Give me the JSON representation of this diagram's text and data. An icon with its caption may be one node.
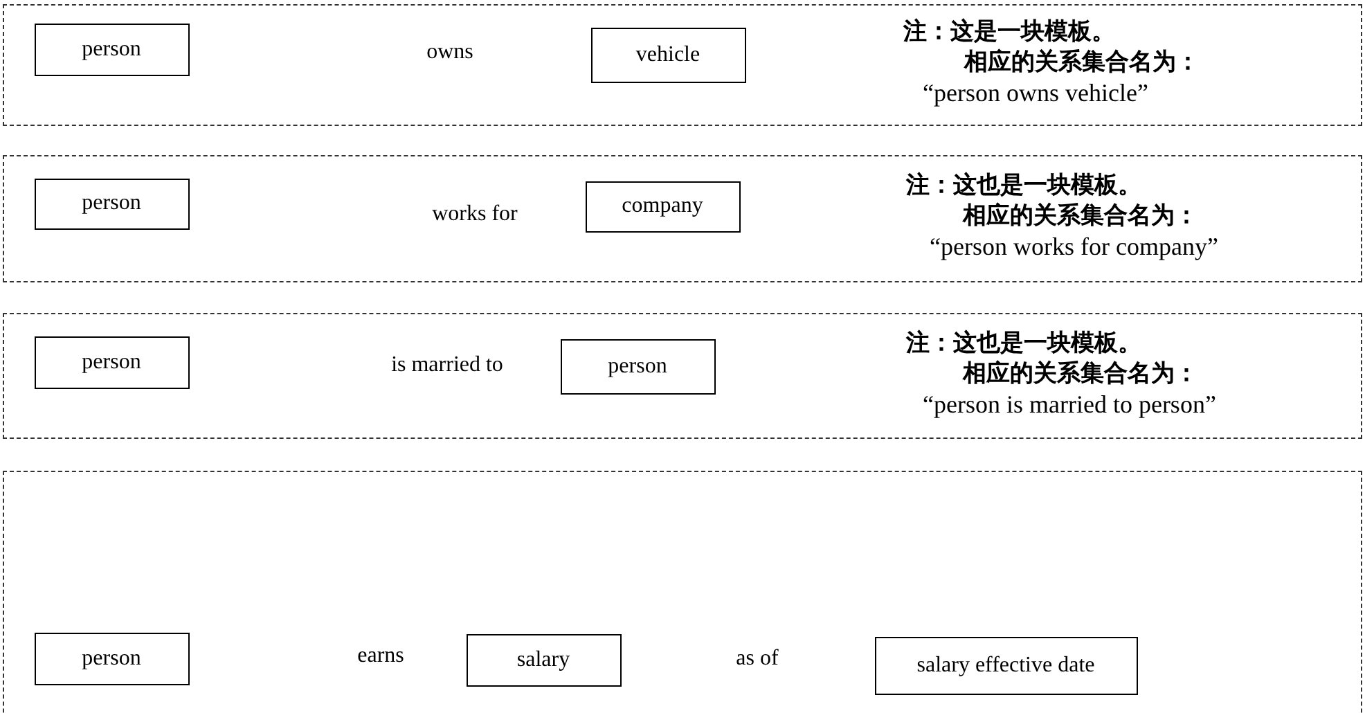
{
  "diagram": {
    "nodes": [
      {
        "text": [
          "注：这是一块模板。",
          "相应的关系集合名为：",
          "“person owns vehicle”"
        ]
      },
      {
        "text": [
          "person"
        ],
        "in": 0
      },
      {
        "text": [
          "vehicle"
        ],
        "in": 0
      },
      {
        "text": [
          "注：这也是一块模板。",
          "相应的关系集合名为：",
          "“person works for company”"
        ]
      },
      {
        "text": [
          "person"
        ],
        "in": 3
      },
      {
        "text": [
          "company"
        ],
        "in": 3
      },
      {
        "text": [
          "注：这也是一块模板。",
          "相应的关系集合名为：",
          "“person is married to person”"
        ]
      },
      {
        "text": [
          "person"
        ],
        "in": 6
      },
      {
        "text": [
          "person"
        ],
        "in": 6
      },
      {
        "text": [],
        "shape": "box"
      },
      {
        "text": [
          "person"
        ],
        "in": 9
      },
      {
        "text": [
          "salary"
        ],
        "in": 9
      },
      {
        "text": [
          "salary effective date"
        ],
        "in": 9
      }
    ],
    "labels": [
      "owns",
      "works for",
      "is married to",
      "earns",
      "as of"
    ]
  }
}
